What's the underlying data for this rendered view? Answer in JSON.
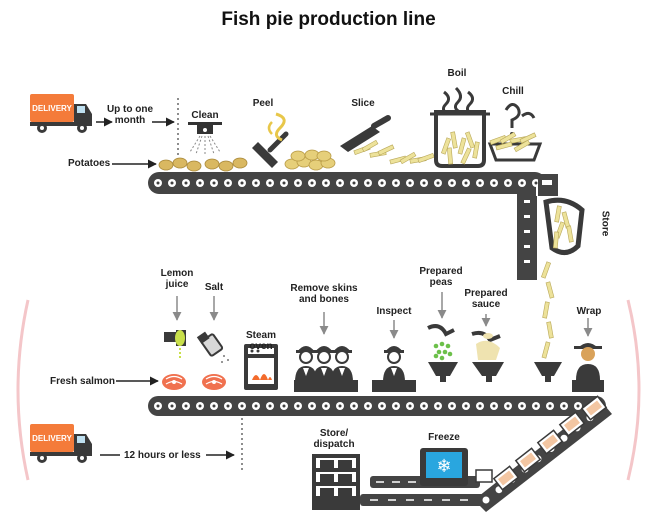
{
  "title": "Fish pie production line",
  "colors": {
    "conveyor": "#3f3f3f",
    "potato": "#d9b861",
    "chip": "#ede29a",
    "salmon": "#f0714f",
    "peas": "#6cc04a",
    "truck_orange": "#f47b3a",
    "freeze_blue": "#29a6df",
    "oven_glow": "#f36b2c"
  },
  "top_line": {
    "delivery_label": "DELIVERY",
    "lead_time": "Up to one month",
    "input": "Potatoes",
    "steps": {
      "clean": "Clean",
      "peel": "Peel",
      "slice": "Slice",
      "boil": "Boil",
      "chill": "Chill",
      "store": "Store"
    }
  },
  "middle_line": {
    "input": "Fresh salmon",
    "steps": {
      "lemon": "Lemon juice",
      "salt": "Salt",
      "steam": "Steam oven",
      "remove": "Remove skins and bones",
      "inspect": "Inspect",
      "peas": "Prepared peas",
      "sauce": "Prepared sauce",
      "wrap": "Wrap"
    }
  },
  "bottom_line": {
    "delivery_label": "DELIVERY",
    "lead_time": "12 hours or less",
    "steps": {
      "store_dispatch": "Store/ dispatch",
      "freeze": "Freeze"
    }
  }
}
